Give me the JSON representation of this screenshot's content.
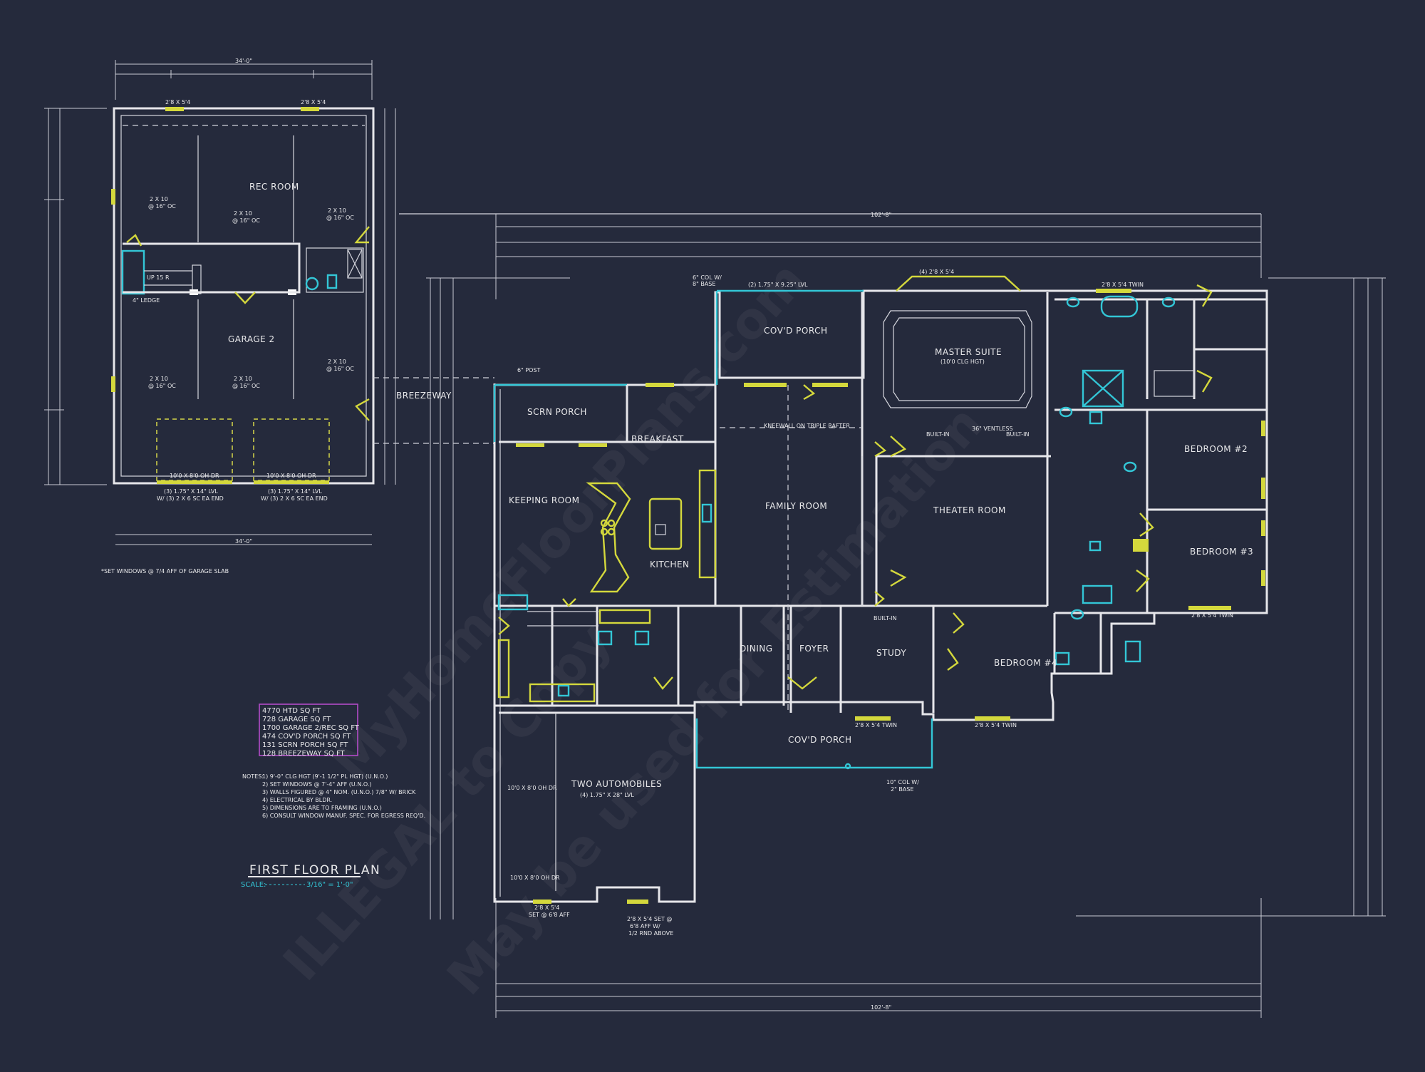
{
  "colors": {
    "background": "#252a3c",
    "walls": "#e6e6ea",
    "windows_doors": "#d4d83c",
    "plumbing_cyan": "#33c6d6",
    "legend_border": "#b34cc8"
  },
  "drawing": {
    "title": "FIRST FLOOR PLAN",
    "scale_label": "SCALE:",
    "scale_value": "3/16\" = 1'-0\""
  },
  "garage_note": "*SET WINDOWS @ 7/4 AFF OF GARAGE SLAB",
  "area_summary": [
    "4770 HTD SQ FT",
    "728 GARAGE SQ FT",
    "1700 GARAGE 2/REC SQ FT",
    "474 COV'D PORCH SQ FT",
    "131 SCRN PORCH SQ FT",
    "128 BREEZEWAY SQ FT"
  ],
  "notes": {
    "heading": "NOTES:",
    "items": [
      "1) 9'-0\" CLG HGT (9'-1 1/2\" PL HGT) (U.N.O.)",
      "2) SET WINDOWS @ 7'-4\" AFF (U.N.O.)",
      "3) WALLS FIGURED @ 4\" NOM. (U.N.O.) 7/8\" W/ BRICK",
      "4) ELECTRICAL BY BLDR.",
      "5) DIMENSIONS ARE TO FRAMING (U.N.O.)",
      "6) CONSULT WINDOW MANUF. SPEC. FOR EGRESS REQ'D."
    ]
  },
  "rooms": {
    "rec_room": "REC ROOM",
    "garage_2": "GARAGE 2",
    "breezeway": "BREEZEWAY",
    "scrn_porch": "SCRN PORCH",
    "breakfast": "BREAKFAST",
    "covd_porch_rear": "COV'D PORCH",
    "master_suite": "MASTER SUITE",
    "master_suite_sub": "(10'0 CLG HGT)",
    "keeping_room": "KEEPING ROOM",
    "kitchen": "KITCHEN",
    "family_room": "FAMILY ROOM",
    "theater_room": "THEATER ROOM",
    "bedroom_2": "BEDROOM #2",
    "bedroom_3": "BEDROOM #3",
    "bedroom_4": "BEDROOM #4",
    "dining": "DINING",
    "foyer": "FOYER",
    "study": "STUDY",
    "covd_porch_front": "COV'D PORCH",
    "two_automobiles": "TWO AUTOMOBILES"
  },
  "labels": {
    "garage_door_1": "10'0 X 8'0 OH DR",
    "garage_door_2": "10'0 X 8'0 OH DR",
    "garage_header_1": "(3) 1.75\" X 14\" LVL",
    "garage_header_1b": "W/ (3) 2 X 6 SC EA END",
    "garage_header_2": "(3) 1.75\" X 14\" LVL",
    "garage_header_2b": "W/ (3) 2 X 6 SC EA END",
    "joist_1": "2 X 10",
    "joist_1b": "@ 16\" OC",
    "joist_2": "2 X 10",
    "joist_2b": "@ 16\" OC",
    "joist_3": "2 X 10",
    "joist_3b": "@ 16\" OC",
    "joist_4": "2 X 10",
    "joist_4b": "@ 16\" OC",
    "joist_5": "2 X 10",
    "joist_5b": "@ 16\" OC",
    "joist_6": "2 X 10",
    "joist_6b": "@ 16\" OC",
    "ledge": "4\" LEDGE",
    "up_stair": "UP 15 R",
    "window_top_1": "2'8 X 5'4",
    "window_top_2": "2'8 X 5'4",
    "master_windows": "(4) 2'8 X 5'4",
    "porch_beam": "(2) 1.75\" X 9.25\" LVL",
    "col_note": "6\" COL W/",
    "col_note_b": "8\" BASE",
    "post_note": "6\" POST",
    "kneewall": "KNEEWALL ON TRIPLE RAFTER",
    "built_in_1": "BUILT-IN",
    "built_in_2": "BUILT-IN",
    "built_in_3": "BUILT-IN",
    "ventless": "36\" VENTLESS",
    "front_col": "10\" COL W/",
    "front_col_b": "2\" BASE",
    "two_auto_beam": "(4) 1.75\" X 28\" LVL",
    "garage_door_3": "10'0 X 8'0 OH DR",
    "garage_door_4": "10'0 X 8'0 OH DR",
    "bottom_window": "2'8 X 5'4",
    "bottom_window_b": "SET @ 6'8 AFF",
    "bottom_window_2": "2'8 X 5'4 SET @",
    "bottom_window_2b": "6'8 AFF W/",
    "bottom_window_2c": "1/2 RND ABOVE",
    "bed2_window": "2'8 X 5'4 TWIN",
    "bed3_window": "2'8 X 5'4 TWIN",
    "study_window": "2'8 X 5'4 TWIN",
    "bed4_window": "2'8 X 5'4 TWIN",
    "overall_top": "102'-8\"",
    "overall_bottom": "102'-8\"",
    "garage_overall": "34'-0\"",
    "garage_overall_bottom": "34'-0\""
  }
}
